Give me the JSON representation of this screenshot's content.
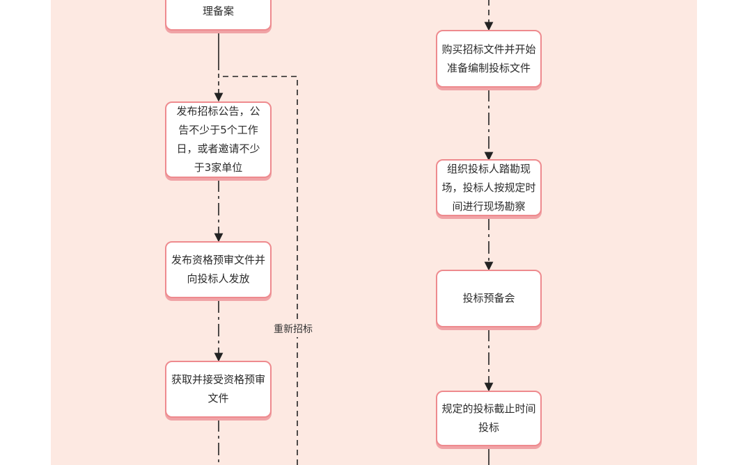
{
  "left_column": [
    {
      "id": "filing",
      "text": "理备案"
    },
    {
      "id": "announce",
      "text": "发布招标公告，公告不少于5个工作日，或者邀请不少于3家单位"
    },
    {
      "id": "prequal_publish",
      "text": "发布资格预审文件并向投标人发放"
    },
    {
      "id": "prequal_receive",
      "text": "获取并接受资格预审文件"
    }
  ],
  "right_column": [
    {
      "id": "buy_docs",
      "text": "购买招标文件并开始准备编制投标文件"
    },
    {
      "id": "site_visit",
      "text": "组织投标人踏勘现场，投标人按规定时间进行现场勘察"
    },
    {
      "id": "pre_bid",
      "text": "投标预备会"
    },
    {
      "id": "deadline",
      "text": "规定的投标截止时间投标"
    }
  ],
  "loop_label": "重新招标",
  "colors": {
    "background": "#fde9e2",
    "box_border": "#ee8a8e",
    "box_fill": "#ffffff",
    "line": "#222222"
  }
}
